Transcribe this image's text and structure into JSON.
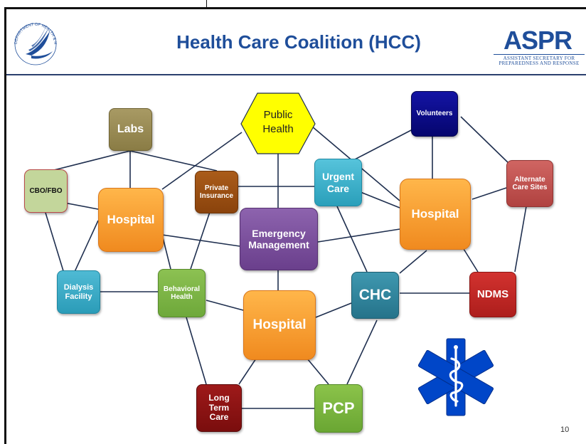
{
  "slide": {
    "title": "Health Care Coalition (HCC)",
    "page_number": "10"
  },
  "logos": {
    "hhs": {
      "text": "DEPARTMENT OF HEALTH & HUMAN SERVICES USA"
    },
    "aspr": {
      "word": "ASPR",
      "line1": "ASSISTANT SECRETARY FOR",
      "line2": "PREPAREDNESS AND RESPONSE"
    }
  },
  "nodes": {
    "labs": "Labs",
    "public_health": [
      "Public",
      "Health"
    ],
    "volunteers": "Volunteers",
    "cbo_fbo": "CBO/FBO",
    "hospital_left": "Hospital",
    "private_insurance": [
      "Private",
      "Insurance"
    ],
    "urgent_care": [
      "Urgent",
      "Care"
    ],
    "hospital_right": "Hospital",
    "alternate_care_sites": [
      "Alternate",
      "Care Sites"
    ],
    "emergency_management": [
      "Emergency",
      "Management"
    ],
    "dialysis_facility": [
      "Dialysis",
      "Facility"
    ],
    "behavioral_health": [
      "Behavioral",
      "Health"
    ],
    "chc": "CHC",
    "ndms": "NDMS",
    "hospital_center": "Hospital",
    "long_term_care": [
      "Long",
      "Term",
      "Care"
    ],
    "pcp": "PCP"
  },
  "colors": {
    "orange": "#f39422",
    "yellow": "#ffff00",
    "navy": "#0b0b8c",
    "olive": "#9a8c55",
    "light_green": "#c3d69b",
    "brown": "#9a4f12",
    "teal": "#3fb2cc",
    "red": "#c0504d",
    "purple": "#7a4f9c",
    "green": "#7bb142",
    "steel_teal": "#31859c",
    "dark_red": "#c0272d",
    "maroon": "#8a1111",
    "star_blue": "#0046c8",
    "title_blue": "#1f4e9a"
  }
}
